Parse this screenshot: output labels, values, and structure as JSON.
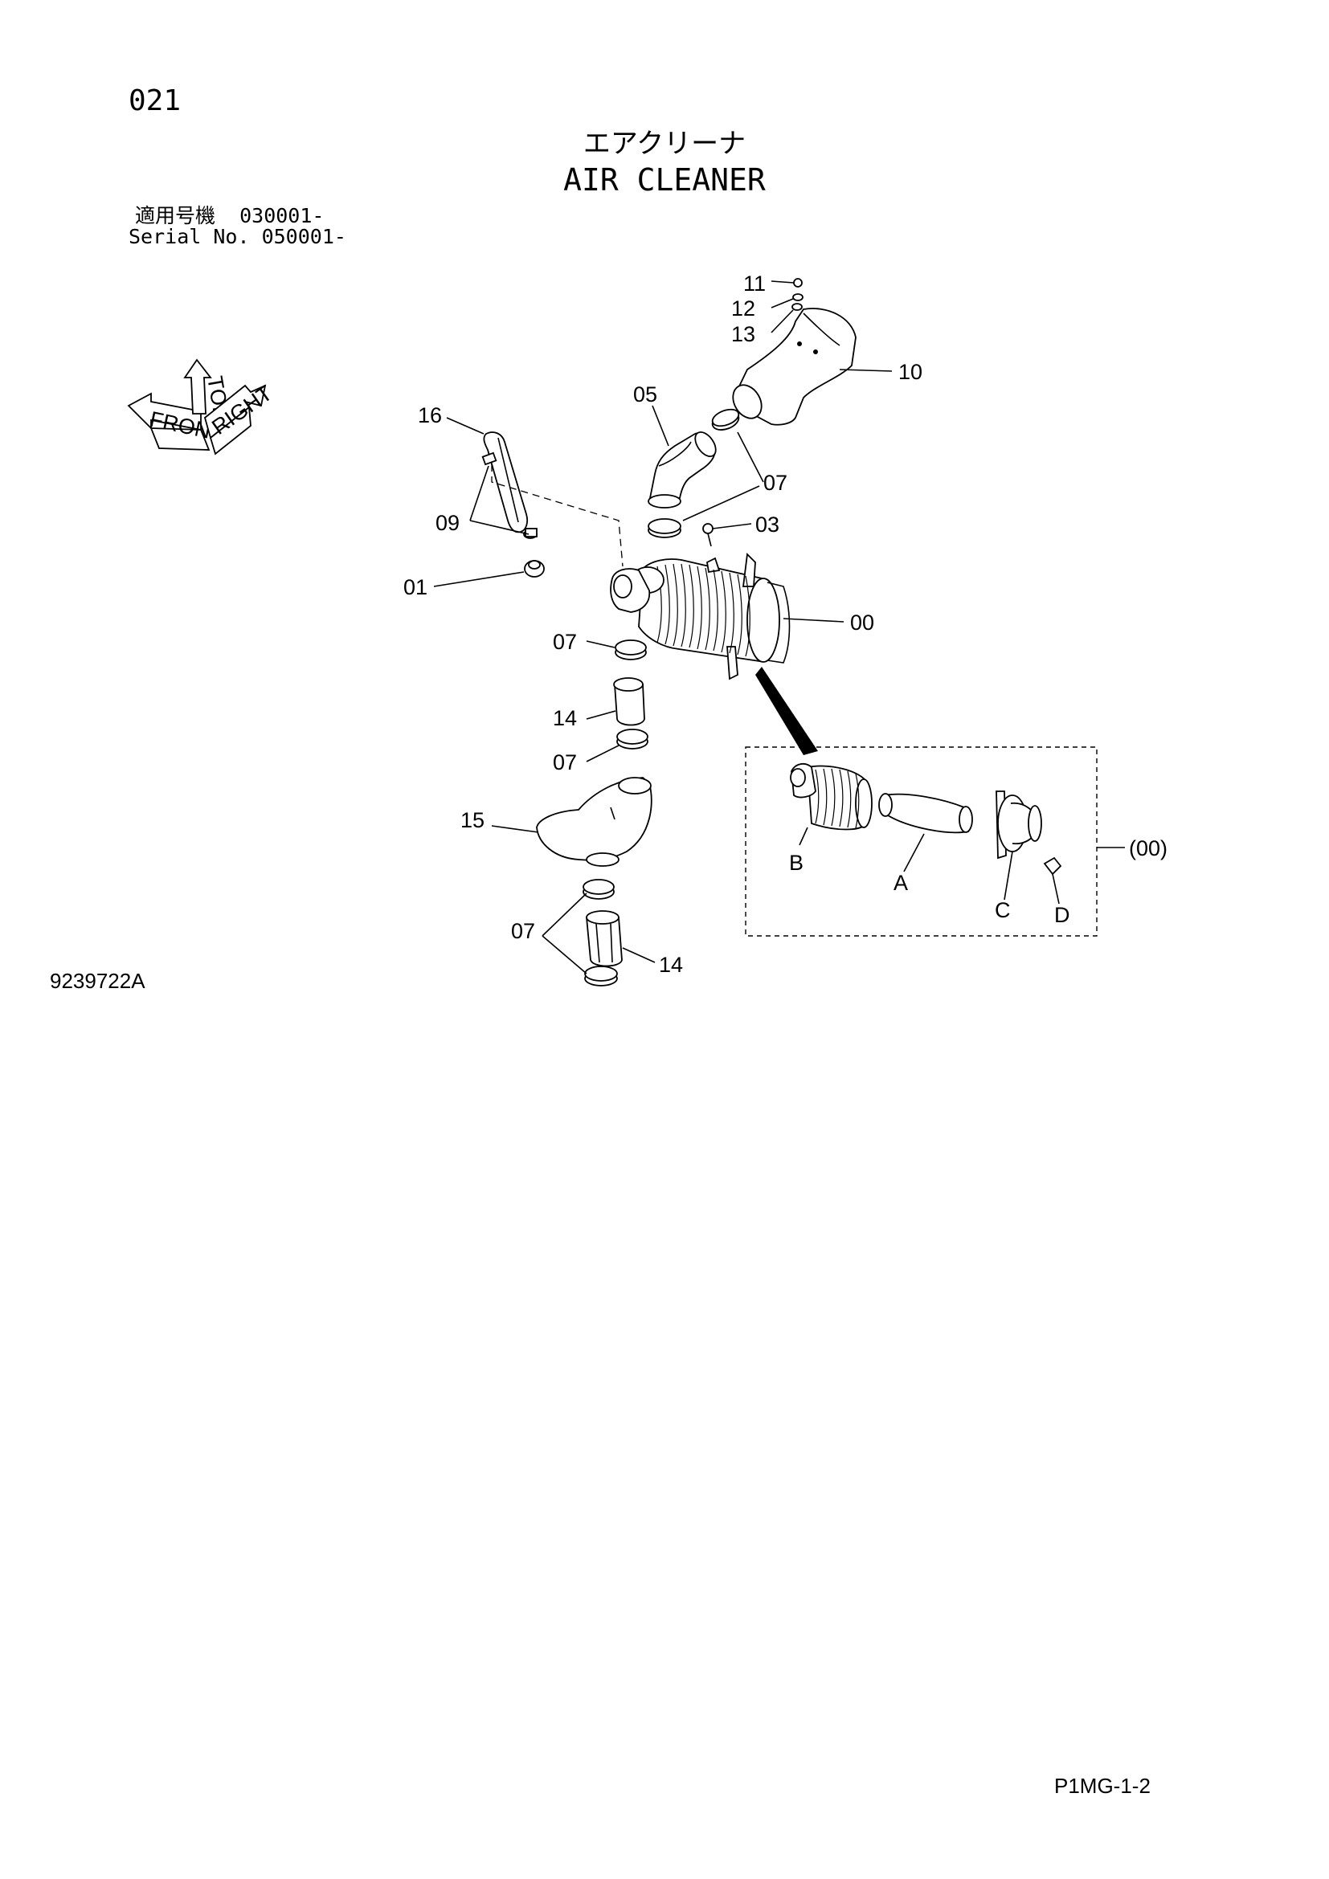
{
  "header": {
    "page_number": "021",
    "title_jp": "エアクリーナ",
    "title_en": "AIR CLEANER",
    "serial_jp": "適用号機  030001-",
    "serial_en": "Serial No. 050001-"
  },
  "orientation_indicator": {
    "front": "FRONT",
    "top": "TOP",
    "right": "RIGHT"
  },
  "callouts": {
    "p11": "11",
    "p12": "12",
    "p13": "13",
    "p10": "10",
    "p05": "05",
    "p16": "16",
    "p07a": "07",
    "p09": "09",
    "p03": "03",
    "p01": "01",
    "p00": "00",
    "p07b": "07",
    "p14a": "14",
    "p07c": "07",
    "p15": "15",
    "p07d": "07",
    "p14b": "14",
    "subB": "B",
    "subA": "A",
    "subC": "C",
    "subD": "D",
    "sub_group": "(00)"
  },
  "footer": {
    "drawing_number": "9239722A",
    "page_code": "P1MG-1-2"
  }
}
